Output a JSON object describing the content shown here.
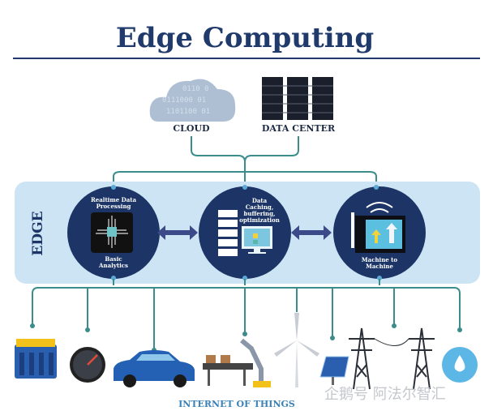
{
  "title": "Edge Computing",
  "top": {
    "cloud_label": "CLOUD",
    "datacenter_label": "DATA CENTER",
    "cloud_binary": [
      "0110 0",
      "0111000 01",
      "1101100 01"
    ]
  },
  "edge": {
    "label": "EDGE",
    "nodes": [
      {
        "top_text": [
          "Realtime Data",
          "Processing"
        ],
        "bottom_text": [
          "Basic",
          "Analytics"
        ]
      },
      {
        "top_text": [
          "Data",
          "Caching,",
          "buffering,",
          "optimization"
        ]
      },
      {
        "bottom_text": [
          "Machine to",
          "Machine"
        ]
      }
    ]
  },
  "iot_label": "INTERNET OF THINGS",
  "watermark": "企鹅号 阿法尔智汇",
  "colors": {
    "navy": "#1c3566",
    "band": "#cde4f4",
    "line": "#3b8d8c",
    "title": "#1f3a6b"
  }
}
